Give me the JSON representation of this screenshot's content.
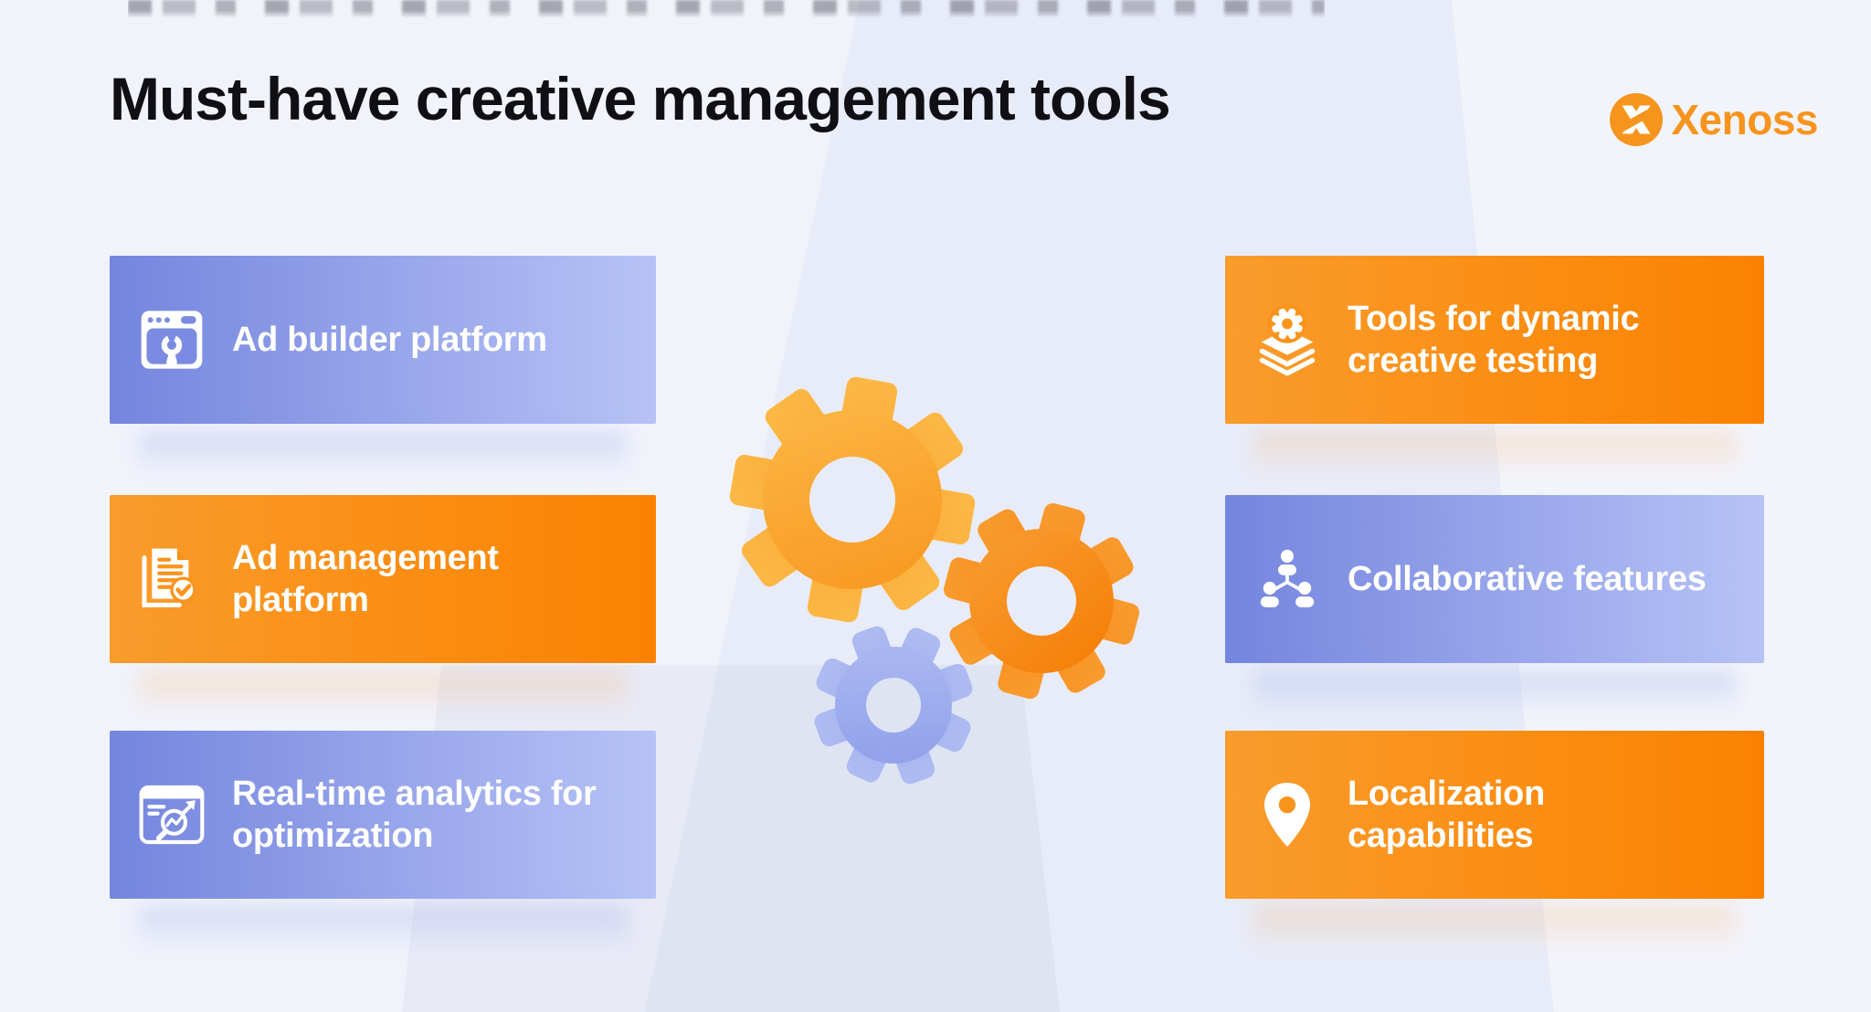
{
  "page": {
    "title": "Must-have creative management tools"
  },
  "logo": {
    "text": "Xenoss",
    "mark": "x-badge-icon",
    "brand_color": "#F7941E"
  },
  "colors": {
    "background": "#E8ECF8",
    "card_blue_gradient": [
      "#7485DE",
      "#B7C3F6"
    ],
    "card_orange_gradient": [
      "#F99C2C",
      "#FB8200"
    ],
    "title_text": "#0F0F14",
    "card_text": "#FFFFFF"
  },
  "cards": {
    "left": [
      {
        "label": "Ad builder platform",
        "variant": "blue",
        "icon": "browser-wrench-icon"
      },
      {
        "label": "Ad management platform",
        "variant": "orange",
        "icon": "document-check-icon"
      },
      {
        "label": "Real-time analytics for optimization",
        "variant": "blue",
        "icon": "analytics-magnifier-icon"
      }
    ],
    "right": [
      {
        "label": "Tools for dynamic creative testing",
        "variant": "orange",
        "icon": "gear-layers-icon"
      },
      {
        "label": "Collaborative features",
        "variant": "blue",
        "icon": "team-tree-icon"
      },
      {
        "label": "Localization capabilities",
        "variant": "orange",
        "icon": "location-pin-icon"
      }
    ]
  },
  "illustration": {
    "name": "three-gears",
    "gear_colors": {
      "large": "#F9A832",
      "medium": "#F68A0F",
      "small": "#9AABEC"
    }
  }
}
